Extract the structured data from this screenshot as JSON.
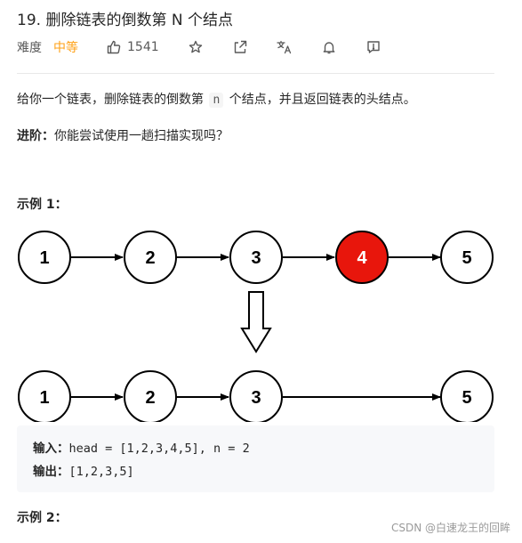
{
  "problem": {
    "title": "19. 删除链表的倒数第 N 个结点",
    "difficulty_label": "难度",
    "difficulty_value": "中等",
    "likes": "1541",
    "icons": [
      "thumbs-up-icon",
      "star-icon",
      "share-icon",
      "translate-icon",
      "bell-icon",
      "feedback-icon"
    ]
  },
  "description": {
    "before": "给你一个链表，删除链表的倒数第",
    "code": "n",
    "after": "个结点，并且返回链表的头结点。"
  },
  "advanced": {
    "label": "进阶：",
    "text": "你能尝试使用一趟扫描实现吗？"
  },
  "example1": {
    "title": "示例 1：",
    "list_before": [
      "1",
      "2",
      "3",
      "4",
      "5"
    ],
    "list_after": [
      "1",
      "2",
      "3",
      "5"
    ],
    "removed_node": "4",
    "input_label": "输入：",
    "input_value": "head = [1,2,3,4,5], n = 2",
    "output_label": "输出：",
    "output_value": "[1,2,3,5]"
  },
  "example2": {
    "title": "示例 2："
  },
  "watermark": "CSDN @白速龙王的回眸",
  "colors": {
    "accent_difficulty": "#ffa116",
    "removed_node_fill": "#e8160c",
    "node_stroke": "#000000"
  }
}
